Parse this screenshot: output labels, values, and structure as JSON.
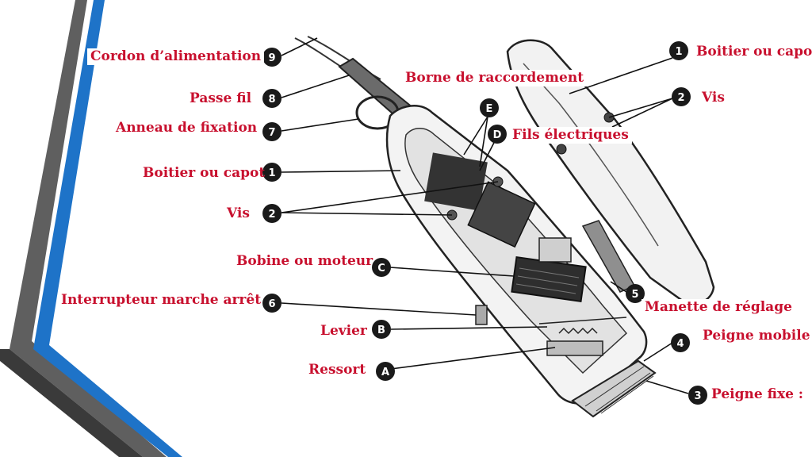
{
  "labels": {
    "cordon": "Cordon d’alimentation",
    "passe_fil": "Passe fil",
    "anneau": "Anneau de fixation",
    "boitier_left": "Boitier ou capot",
    "vis_left": "Vis",
    "bobine": "Bobine ou moteur",
    "interrupteur": "Interrupteur marche arrêt",
    "levier": "Levier",
    "ressort": "Ressort",
    "borne": "Borne de raccordement",
    "boitier_right": "Boitier ou capot",
    "vis_right": "Vis",
    "fils": "Fils électriques",
    "manette": "Manette de réglage",
    "peigne_mobile": "Peigne mobile",
    "peigne_fixe": "Peigne fixe :"
  },
  "markers": {
    "m9": "9",
    "m8": "8",
    "m7": "7",
    "m1_left": "1",
    "m2_left": "2",
    "mC": "C",
    "m6": "6",
    "mB": "B",
    "mA": "A",
    "m1_right": "1",
    "m2_right": "2",
    "mE": "E",
    "mD": "D",
    "m5": "5",
    "m4": "4",
    "m3": "3"
  },
  "colors": {
    "label_red": "#c8102e",
    "marker_fill": "#1a1a1a",
    "accent_blue": "#1e73c8",
    "stripe_gray": "#5a5a5a"
  }
}
